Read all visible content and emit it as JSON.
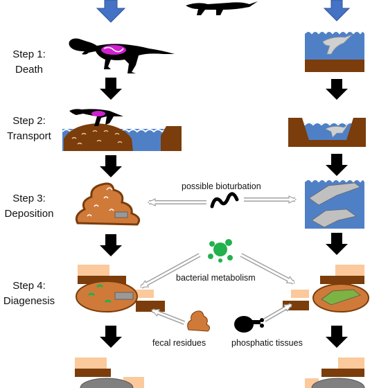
{
  "steps": [
    {
      "title": "Step 1:",
      "name": "Death"
    },
    {
      "title": "Step 2:",
      "name": "Transport"
    },
    {
      "title": "Step 3:",
      "name": "Deposition"
    },
    {
      "title": "Step 4:",
      "name": "Diagenesis"
    }
  ],
  "notes": {
    "bioturbation": "possible bioturbation",
    "bacteria": "bacterial metabolism",
    "fecal": "fecal residues",
    "phosphatic": "phosphatic tissues"
  },
  "colors": {
    "accent_blue": "#4472C4",
    "water_blue": "#4f80c6",
    "sediment_brown": "#7a3d0b",
    "sand_orange": "#fbc99b",
    "coprolite_orange": "#d07a3a",
    "gut_magenta": "#d020d0",
    "bacteria_green": "#22b14c"
  },
  "icons": [
    "down-arrow-icon",
    "tyrannosaur-silhouette",
    "crocodile-silhouette",
    "worm-icon",
    "bacteria-splat-icon",
    "feces-icon",
    "meat-bone-icon"
  ]
}
